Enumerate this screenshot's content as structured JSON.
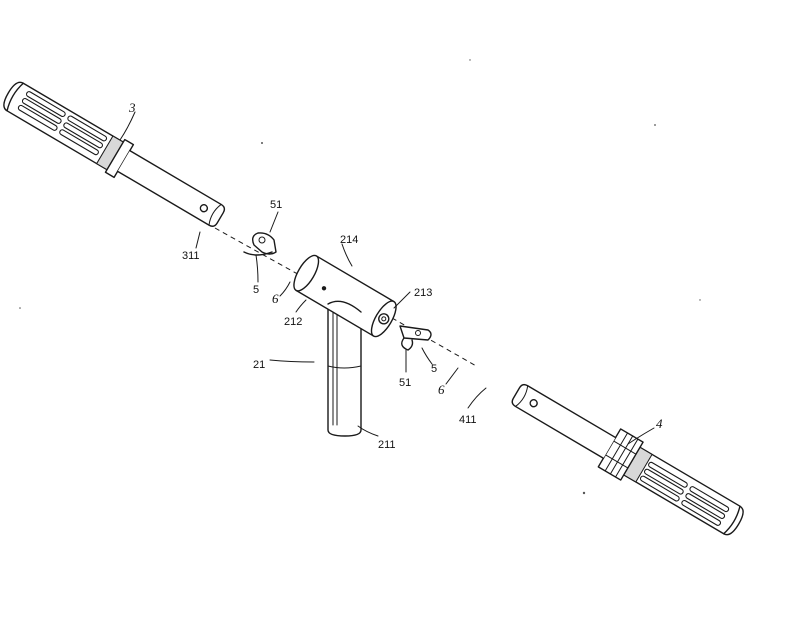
{
  "labels": {
    "grip_left": "3",
    "grip_right": "4",
    "hole_left": "311",
    "hole_right": "411",
    "clip_left": "51",
    "clip_right": "51",
    "pin_left": "5",
    "pin_right": "5",
    "cable_left": "6",
    "cable_right": "6",
    "stem": "21",
    "stem_lower": "211",
    "tube_hole": "212",
    "tube_end": "213",
    "tube": "214"
  }
}
